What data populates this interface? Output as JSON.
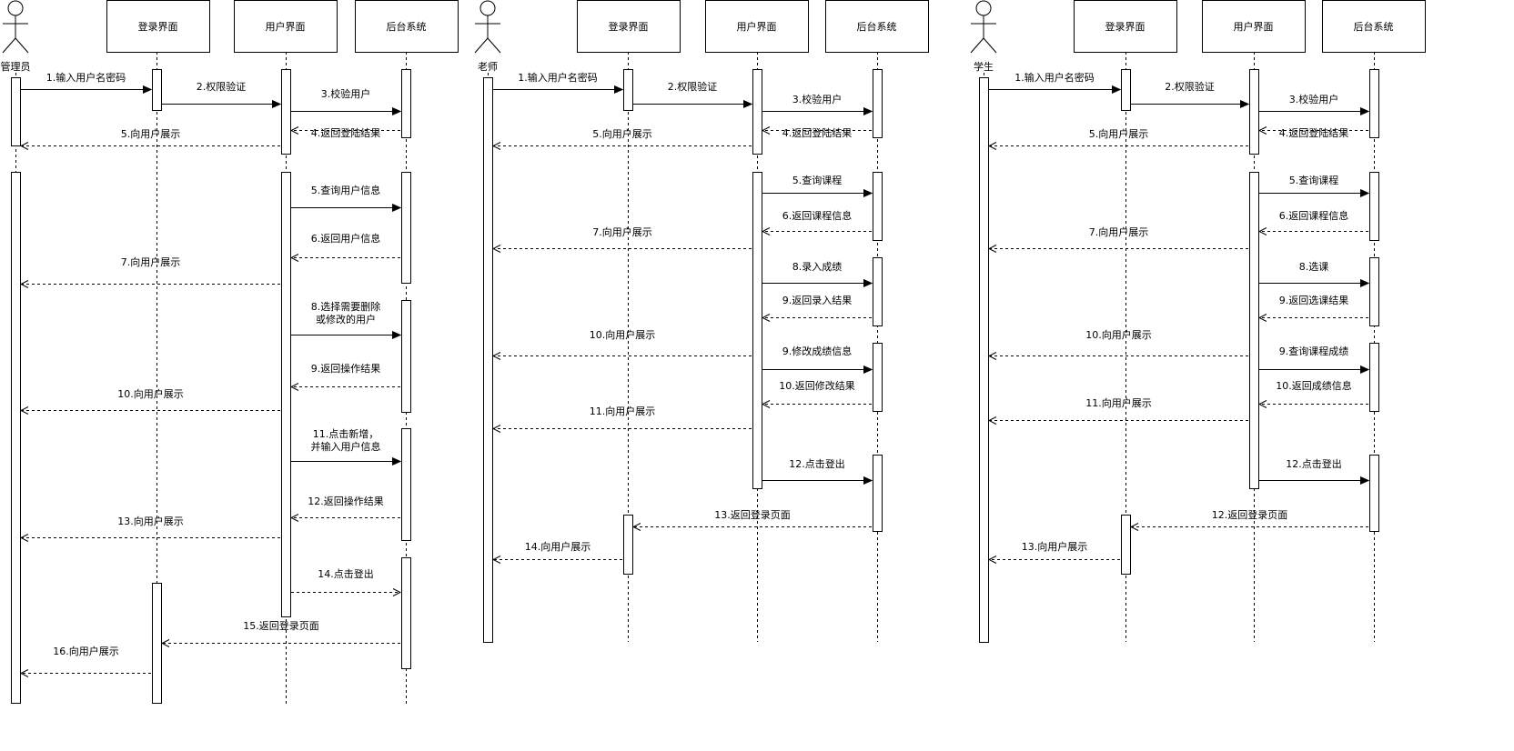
{
  "diagrams": [
    {
      "actor": "管理员",
      "participants": [
        "登录界面",
        "用户界面",
        "后台系统"
      ],
      "messages": [
        {
          "label": "1.输入用户名密码",
          "from": 0,
          "to": 1,
          "dashed": false
        },
        {
          "label": "2.权限验证",
          "from": 1,
          "to": 2,
          "dashed": false
        },
        {
          "label": "3.校验用户",
          "from": 2,
          "to": 3,
          "dashed": false
        },
        {
          "label": "4.返回登陆结果",
          "from": 3,
          "to": 2,
          "dashed": true
        },
        {
          "label": "5.向用户展示",
          "from": 2,
          "to": 0,
          "dashed": true
        },
        {
          "label": "5.查询用户信息",
          "from": 2,
          "to": 3,
          "dashed": false
        },
        {
          "label": "6.返回用户信息",
          "from": 3,
          "to": 2,
          "dashed": true
        },
        {
          "label": "7.向用户展示",
          "from": 2,
          "to": 0,
          "dashed": true
        },
        {
          "label": "8.选择需要删除\n或修改的用户",
          "from": 2,
          "to": 3,
          "dashed": false
        },
        {
          "label": "9.返回操作结果",
          "from": 3,
          "to": 2,
          "dashed": true
        },
        {
          "label": "10.向用户展示",
          "from": 2,
          "to": 0,
          "dashed": true
        },
        {
          "label": "11.点击新增，\n并输入用户信息",
          "from": 2,
          "to": 3,
          "dashed": false
        },
        {
          "label": "12.返回操作结果",
          "from": 3,
          "to": 2,
          "dashed": true
        },
        {
          "label": "13.向用户展示",
          "from": 2,
          "to": 0,
          "dashed": true
        },
        {
          "label": "14.点击登出",
          "from": 2,
          "to": 3,
          "dashed": true
        },
        {
          "label": "15.返回登录页面",
          "from": 3,
          "to": 1,
          "dashed": true
        },
        {
          "label": "16.向用户展示",
          "from": 1,
          "to": 0,
          "dashed": true
        }
      ]
    },
    {
      "actor": "老师",
      "participants": [
        "登录界面",
        "用户界面",
        "后台系统"
      ],
      "messages": [
        {
          "label": "1.输入用户名密码",
          "from": 0,
          "to": 1,
          "dashed": false
        },
        {
          "label": "2.权限验证",
          "from": 1,
          "to": 2,
          "dashed": false
        },
        {
          "label": "3.校验用户",
          "from": 2,
          "to": 3,
          "dashed": false
        },
        {
          "label": "4.返回登陆结果",
          "from": 3,
          "to": 2,
          "dashed": true
        },
        {
          "label": "5.向用户展示",
          "from": 2,
          "to": 0,
          "dashed": true
        },
        {
          "label": "5.查询课程",
          "from": 2,
          "to": 3,
          "dashed": false
        },
        {
          "label": "6.返回课程信息",
          "from": 3,
          "to": 2,
          "dashed": true
        },
        {
          "label": "7.向用户展示",
          "from": 2,
          "to": 0,
          "dashed": true
        },
        {
          "label": "8.录入成绩",
          "from": 2,
          "to": 3,
          "dashed": false
        },
        {
          "label": "9.返回录入结果",
          "from": 3,
          "to": 2,
          "dashed": true
        },
        {
          "label": "10.向用户展示",
          "from": 2,
          "to": 0,
          "dashed": true
        },
        {
          "label": "9.修改成绩信息",
          "from": 2,
          "to": 3,
          "dashed": false
        },
        {
          "label": "10.返回修改结果",
          "from": 3,
          "to": 2,
          "dashed": true
        },
        {
          "label": "11.向用户展示",
          "from": 2,
          "to": 0,
          "dashed": true
        },
        {
          "label": "12.点击登出",
          "from": 2,
          "to": 3,
          "dashed": false
        },
        {
          "label": "13.返回登录页面",
          "from": 3,
          "to": 1,
          "dashed": true
        },
        {
          "label": "14.向用户展示",
          "from": 1,
          "to": 0,
          "dashed": true
        }
      ]
    },
    {
      "actor": "学生",
      "participants": [
        "登录界面",
        "用户界面",
        "后台系统"
      ],
      "messages": [
        {
          "label": "1.输入用户名密码",
          "from": 0,
          "to": 1,
          "dashed": false
        },
        {
          "label": "2.权限验证",
          "from": 1,
          "to": 2,
          "dashed": false
        },
        {
          "label": "3.校验用户",
          "from": 2,
          "to": 3,
          "dashed": false
        },
        {
          "label": "4.返回登陆结果",
          "from": 3,
          "to": 2,
          "dashed": true
        },
        {
          "label": "5.向用户展示",
          "from": 2,
          "to": 0,
          "dashed": true
        },
        {
          "label": "5.查询课程",
          "from": 2,
          "to": 3,
          "dashed": false
        },
        {
          "label": "6.返回课程信息",
          "from": 3,
          "to": 2,
          "dashed": true
        },
        {
          "label": "7.向用户展示",
          "from": 2,
          "to": 0,
          "dashed": true
        },
        {
          "label": "8.选课",
          "from": 2,
          "to": 3,
          "dashed": false
        },
        {
          "label": "9.返回选课结果",
          "from": 3,
          "to": 2,
          "dashed": true
        },
        {
          "label": "10.向用户展示",
          "from": 2,
          "to": 0,
          "dashed": true
        },
        {
          "label": "9.查询课程成绩",
          "from": 2,
          "to": 3,
          "dashed": false
        },
        {
          "label": "10.返回成绩信息",
          "from": 3,
          "to": 2,
          "dashed": true
        },
        {
          "label": "11.向用户展示",
          "from": 2,
          "to": 0,
          "dashed": true
        },
        {
          "label": "12.点击登出",
          "from": 2,
          "to": 3,
          "dashed": false
        },
        {
          "label": "12.返回登录页面",
          "from": 3,
          "to": 1,
          "dashed": true
        },
        {
          "label": "13.向用户展示",
          "from": 1,
          "to": 0,
          "dashed": true
        }
      ]
    }
  ]
}
